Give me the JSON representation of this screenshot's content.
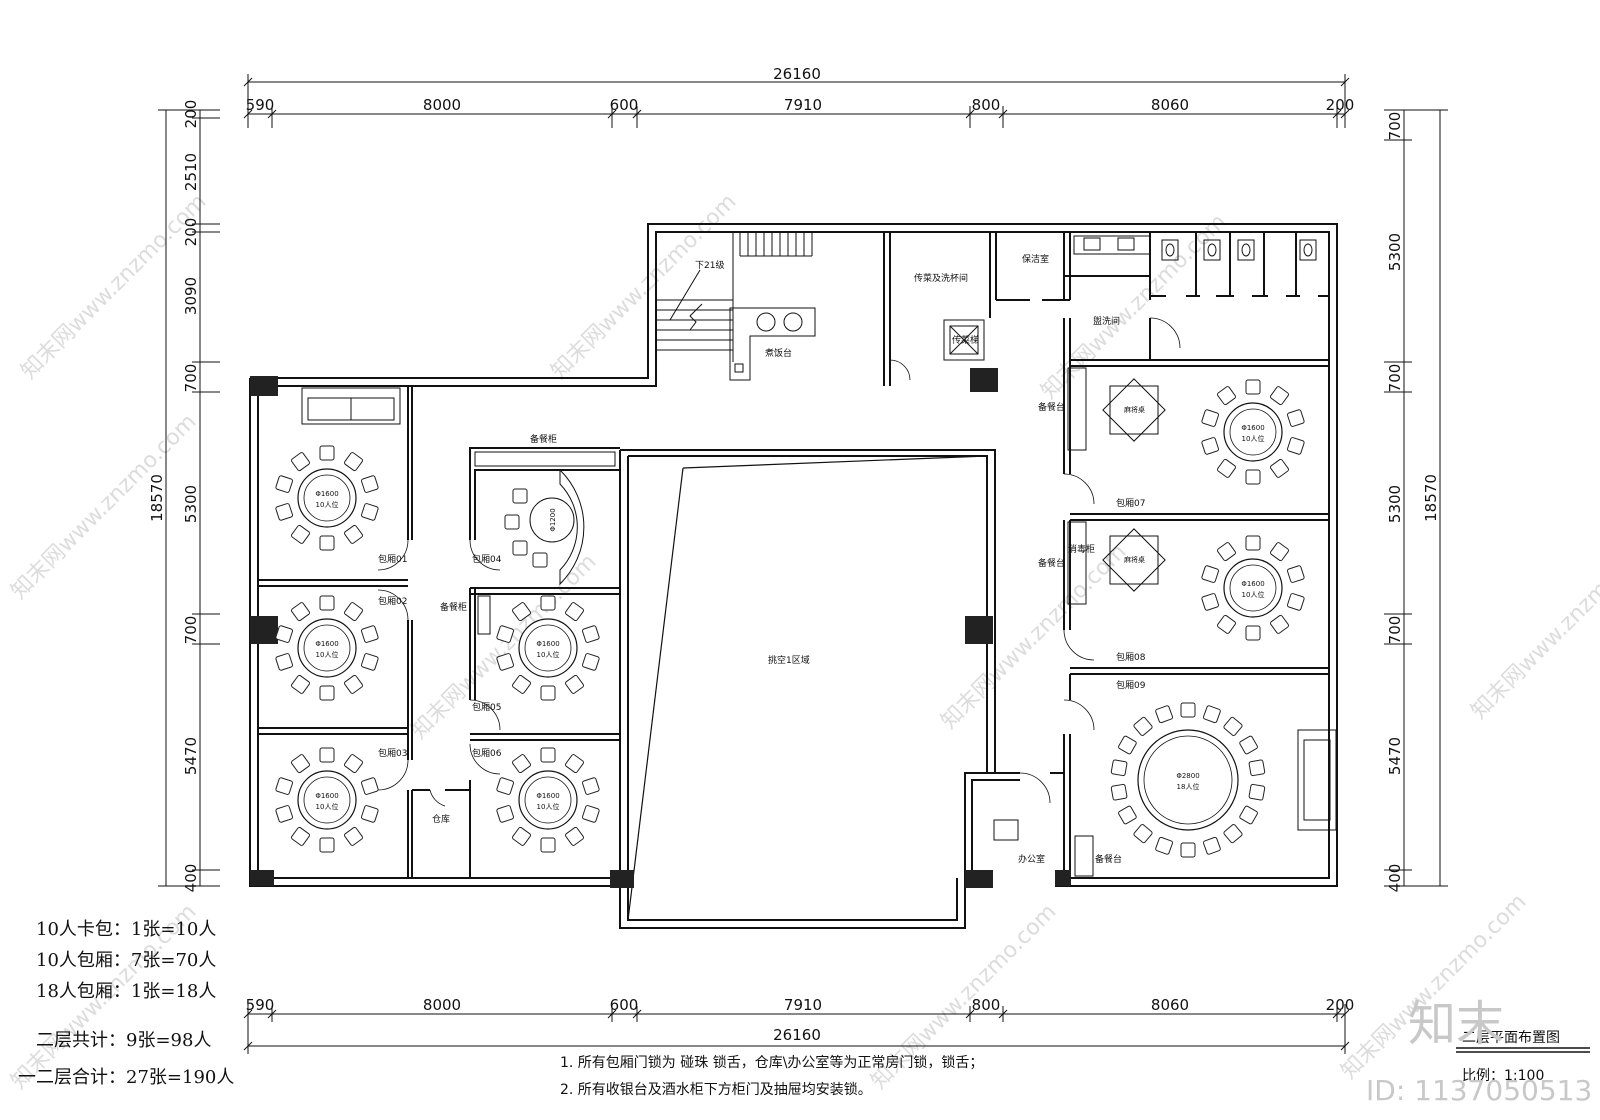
{
  "dimensions": {
    "top_total": "26160",
    "top_segments": [
      "590",
      "8000",
      "600",
      "7910",
      "800",
      "8060",
      "200"
    ],
    "bottom_segments": [
      "590",
      "8000",
      "600",
      "7910",
      "800",
      "8060",
      "200"
    ],
    "bottom_total": "26160",
    "left_total": "18570",
    "left_segments": [
      "200",
      "2510",
      "200",
      "3090",
      "700",
      "5300",
      "700",
      "5470",
      "400"
    ],
    "right_total": "18570",
    "right_segments": [
      "700",
      "5300",
      "700",
      "5300",
      "700",
      "5470",
      "400"
    ]
  },
  "rooms": {
    "stairs": "下21级",
    "cooking": "煮饭台",
    "serving_wash": "传菜及洗杯间",
    "cleaning": "保洁室",
    "washroom": "盥洗间",
    "lift": "传菜梯",
    "prep_top": "备餐柜",
    "prep_left": "备餐柜",
    "prep_right1": "备餐台",
    "prep_right2": "备餐台",
    "prep_right3": "备餐台",
    "disinfect": "消毒柜",
    "void": "挑空1区域",
    "storage": "仓库",
    "office": "办公室",
    "rooms_private": [
      "包厢01",
      "包厢02",
      "包厢03",
      "包厢04",
      "包厢05",
      "包厢06",
      "包厢07",
      "包厢08",
      "包厢09"
    ],
    "mahjong": "麻将桌"
  },
  "tables": {
    "t1600": "Φ1600",
    "t10": "10人位",
    "t1200": "Φ1200",
    "t2800": "Φ2800",
    "t18": "18人位"
  },
  "summary": {
    "line1": "10人卡包：1张=10人",
    "line2": "10人包厢：7张=70人",
    "line3": "18人包厢：1张=18人",
    "line4": "二层共计：9张=98人",
    "line5": "一二层合计：27张=190人"
  },
  "notes": {
    "n1": "1. 所有包厢门锁为 碰珠 锁舌，仓库\\办公室等为正常房门锁，锁舌；",
    "n2": "2. 所有收银台及酒水柜下方柜门及抽屉均安装锁。"
  },
  "title_block": {
    "title": "二层平面布置图",
    "scale": "比例：1:100"
  },
  "watermark": {
    "text": "知末网www.znzmo.com",
    "logo": "知末",
    "id": "ID: 1137050513"
  }
}
